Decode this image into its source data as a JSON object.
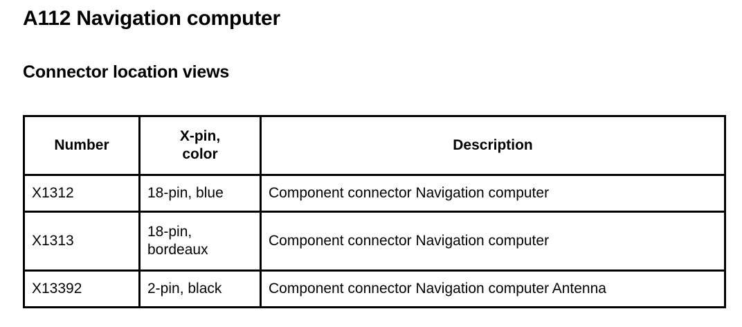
{
  "document": {
    "title": "A112 Navigation computer",
    "section_title": "Connector location views"
  },
  "table": {
    "headers": {
      "number": "Number",
      "xpin_line1": "X-pin,",
      "xpin_line2": "color",
      "description": "Description"
    },
    "rows": [
      {
        "number": "X1312",
        "xpin_color": "18-pin, blue",
        "description": "Component connector Navigation computer"
      },
      {
        "number": "X1313",
        "xpin_color": "18-pin, bordeaux",
        "description": "Component connector Navigation computer"
      },
      {
        "number": "X13392",
        "xpin_color": "2-pin, black",
        "description": "Component connector Navigation computer Antenna"
      }
    ]
  },
  "colors": {
    "background": "#ffffff",
    "text": "#000000",
    "border": "#000000"
  }
}
